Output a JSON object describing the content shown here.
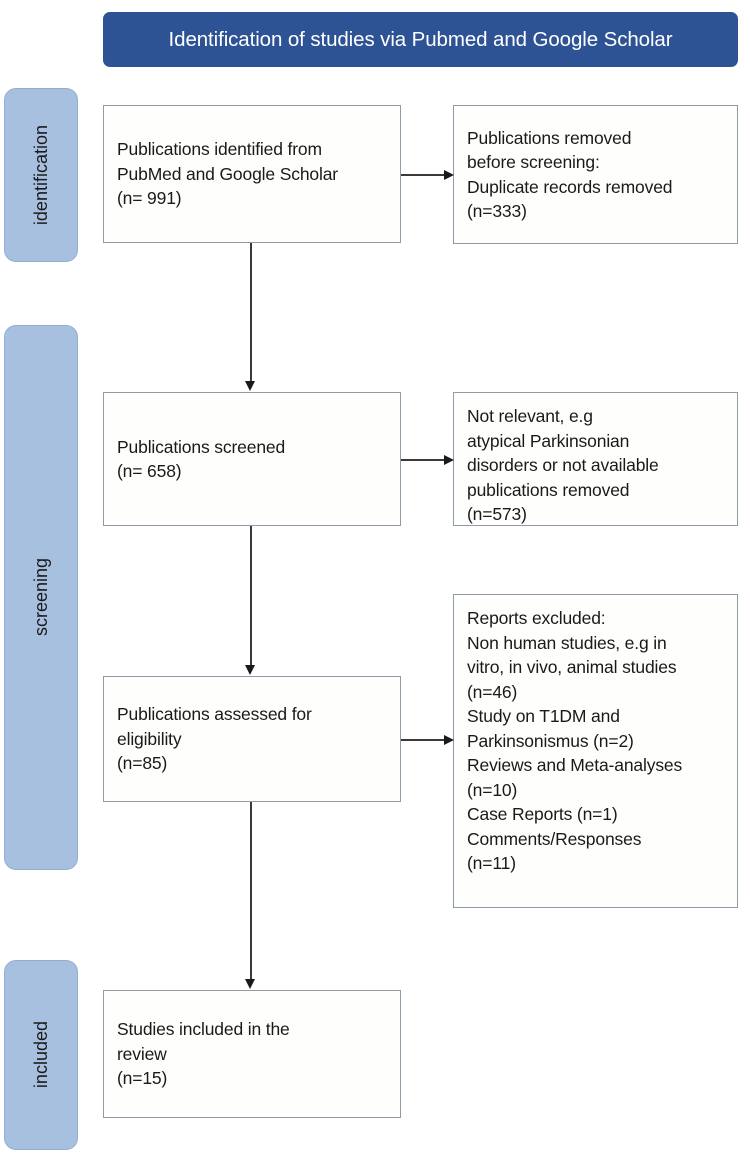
{
  "banner": {
    "title": "Identification of studies via Pubmed and Google Scholar"
  },
  "colors": {
    "banner_bg": "#2E5395",
    "banner_text": "#FFFFFF",
    "pill_bg": "#A8C0E0",
    "pill_border": "#92AED6",
    "box_bg": "#FEFEFC",
    "box_border": "#8F9CA8",
    "connector": "#3A3A3A"
  },
  "stages": [
    {
      "id": "identification",
      "label": "identification"
    },
    {
      "id": "screening",
      "label": "screening"
    },
    {
      "id": "included",
      "label": "included"
    }
  ],
  "boxes": {
    "identified": {
      "text": "Publications identified from\nPubMed and Google Scholar\n(n= 991)",
      "count": 991
    },
    "removed_before_screening": {
      "text": "Publications removed\nbefore screening:\nDuplicate records removed\n(n=333)",
      "count": 333
    },
    "screened": {
      "text": "Publications screened\n(n= 658)",
      "count": 658
    },
    "not_relevant": {
      "text": "Not relevant, e.g\natypical Parkinsonian\ndisorders or not available\npublications removed\n(n=573)",
      "count": 573
    },
    "eligibility": {
      "text": "Publications assessed for\neligibility\n(n=85)",
      "count": 85
    },
    "reports_excluded": {
      "text": "Reports excluded:\nNon human studies, e.g in\nvitro, in vivo, animal studies\n(n=46)\nStudy on T1DM and\nParkinsonismus (n=2)\nReviews and Meta-analyses\n(n=10)\nCase Reports (n=1)\nComments/Responses\n(n=11)",
      "items": [
        {
          "label": "Non human studies, e.g in vitro, in vivo, animal studies",
          "count": 46
        },
        {
          "label": "Study on T1DM and Parkinsonismus",
          "count": 2
        },
        {
          "label": "Reviews and Meta-analyses",
          "count": 10
        },
        {
          "label": "Case Reports",
          "count": 1
        },
        {
          "label": "Comments/Responses",
          "count": 11
        }
      ]
    },
    "included": {
      "text": "Studies included in the\nreview\n(n=15)",
      "count": 15
    }
  }
}
